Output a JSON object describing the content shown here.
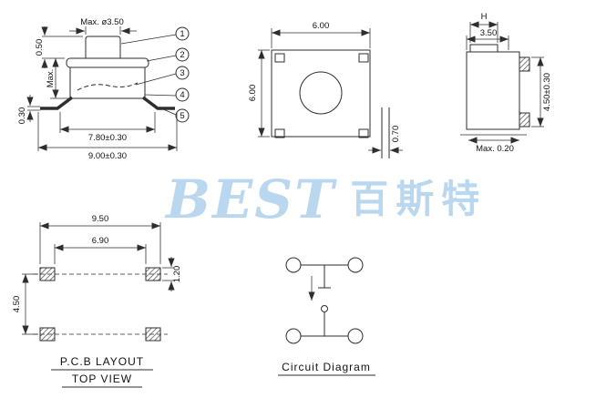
{
  "watermark": {
    "text_latin": "BEST",
    "text_cjk": "百斯特",
    "color": "#b9d7ee"
  },
  "line_color": "#2e2e2e",
  "views": {
    "front": {
      "dim_button_dia": "Max. ø3.50",
      "dim_travel": "0.50",
      "dim_max": "Max.",
      "dim_inner_span": "7.80±0.30",
      "dim_outer_span": "9.00±0.30",
      "dim_lead_thickness": "0.30",
      "callouts": [
        "1",
        "2",
        "3",
        "4",
        "5"
      ]
    },
    "top": {
      "dim_width": "6.00",
      "dim_height": "6.00",
      "dim_lead_width": "0.70"
    },
    "side": {
      "dim_h": "H",
      "dim_button": "3.50",
      "dim_height": "4.50±0.30",
      "dim_standoff": "Max.  0.20"
    },
    "pcb": {
      "dim_outer": "9.50",
      "dim_inner": "6.90",
      "dim_pad": "1.20",
      "dim_row_span": "4.50",
      "label_line1": "P.C.B LAYOUT",
      "label_line2": "TOP VIEW"
    },
    "circuit": {
      "label": "Circuit Diagram"
    }
  }
}
